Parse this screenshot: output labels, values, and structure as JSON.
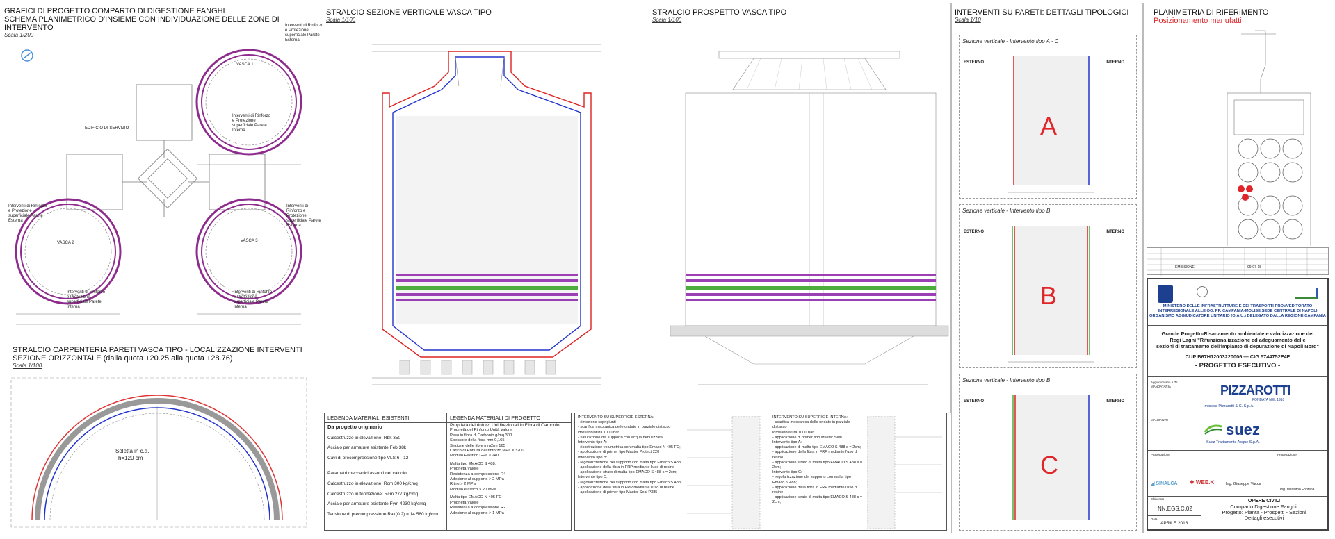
{
  "panel1": {
    "title1": "GRAFICI DI PROGETTO COMPARTO DI DIGESTIONE FANGHI",
    "title2": "SCHEMA PLANIMETRICO D'INSIEME CON INDIVIDUAZIONE DELLE ZONE DI INTERVENTO",
    "scale": "Scala 1/200",
    "vasca1": "VASCA 1",
    "vasca2": "VASCA 2",
    "vasca3": "VASCA 3",
    "edificio": "EDIFICIO DI SERVIZIO",
    "note_ext": "Interventi di Rinforzo e Protezione superficiale Parete Esterna",
    "note_int": "Interventi di Rinforzo e Protezione superficiale Parete Interna"
  },
  "panel1b": {
    "title1": "STRALCIO CARPENTERIA PARETI VASCA TIPO - LOCALIZZAZIONE INTERVENTI",
    "title2": "SEZIONE ORIZZONTALE (dalla quota +20.25 alla quota +28.76)",
    "scale": "Scala 1/100",
    "soletta": "Soletta in c.a.",
    "soletta_h": "h=120 cm"
  },
  "panel2": {
    "title": "STRALCIO SEZIONE VERTICALE VASCA TIPO",
    "scale": "Scala 1/100"
  },
  "panel3": {
    "title": "STRALCIO  PROSPETTO VASCA TIPO",
    "scale": "Scala 1/100"
  },
  "legend": {
    "existing_title": "LEGENDA MATERIALI ESISTENTI",
    "existing_sub": "Da progetto originario",
    "existing_rows": [
      "Calcestruzzo in elevazione: Rbk 350",
      "Acciaio per armature esistente Feb 38k",
      "Cavi di precompressione tipo VLS 6 - 12",
      "Parametri meccanici assunti nel calcolo",
      "Calcestruzzo in elevazione: Rcm 300 kg/cmq",
      "Calcestruzzo in fondazione: Rcm 277 kg/cmq",
      "Acciaio per armature esistente Fym 4230 kg/cmq",
      "Tensione di precompressione Rak(0.2) = 14.580 kg/cmq"
    ],
    "project_title": "LEGENDA MATERIALI DI PROGETTO",
    "project_sub": "Proprietà dei rinforzi Unidirezionali in Fibra di Carbonio",
    "project_rows": [
      "Proprietà del Rinforzo    Unità    Valore",
      "Peso in fibra di Carbonio    g/mq    300",
      "Spessore della fibra    mm    0,165",
      "Sezione delle fibre    mm2/m    165",
      "Carico di Rottura del rinforzo    MPa    ≥ 3200",
      "Modulo Elastico    GPa    ≥ 240",
      "Malta tipo EMACO S 488:",
      "Proprietà    Valore",
      "Resistenza a compressione    R4",
      "Adesione al supporto    > 2 MPa",
      "Ritiro    > 2 MPa",
      "Modulo elastico    > 20 MPa",
      "Malta tipo EMACO N 405 FC",
      "Proprietà    Valore",
      "Resistenza a compressione    R2",
      "Adesione al supporto    > 1 MPa"
    ],
    "ext_title": "INTERVENTO SU SUPERFICIE ESTERNA:",
    "int_title": "INTERVENTO SU SUPERFICIE INTERNA:",
    "ext_rows": [
      "- rimozione coprigiunti",
      "- scarifica meccanica delle ondate in parziale distacco",
      "  idrosabbiatura 1000 bar",
      "- saturazione del supporto con acqua nebulizzata;",
      "Intervento tipo A:",
      "- ricostruzione volumetrica con malta tipo Emaco N 405 FC;",
      "- applicazione di primer tipo Master Protect 220",
      "Intervento tipo B:",
      "- regolarizzazione del supporto con malta tipo Emaco S 488;",
      "- applicazione della fibra in FRP mediante l'uso di resine",
      "- applicazione strato di malta tipo EMACO S 488 s = 2cm;",
      "Intervento tipo C:",
      "- regolarizzazione del supporto con malta tipo Emaco S 488;",
      "- applicazione della fibra in FRP mediante l'uso di resine",
      "- applicazione di primer tipo Master Seal P385"
    ],
    "int_rows": [
      "- scarifica meccanica delle ondate in parziale distacco",
      "  idrosabbiatura 1000 bar",
      "- applicazione di primer tipo Master Seal",
      "Intervento tipo A:",
      "- applicazione di malta tipo EMACO S 488 s = 2cm;",
      "- applicazione della fibra in FRP mediante l'uso di resine",
      "- applicazione strato di malta tipo EMACO S 488 s = 2cm;",
      "Intervento tipo C:",
      "- regolarizzazione del supporto con malta tipo Emaco S 488;",
      "- applicazione della fibra in FRP mediante l'uso di resine",
      "- applicazione strato di malta tipo EMACO S 488 s = 2cm;"
    ]
  },
  "panel4": {
    "title": "INTERVENTI SU PARETI:  DETTAGLI TIPOLOGICI",
    "scale": "Scala 1/10",
    "esterno": "ESTERNO",
    "interno": "INTERNO",
    "sections": [
      {
        "title": "Sezione verticale - Intervento tipo A - C",
        "letter": "A"
      },
      {
        "title": "Sezione verticale - Intervento tipo B",
        "letter": "B"
      },
      {
        "title": "Sezione verticale - Intervento tipo B",
        "letter": "C"
      }
    ]
  },
  "panel5": {
    "title": "PLANIMETRIA DI RIFERIMENTO",
    "subtitle": "Posizionamento manufatti",
    "ministry1": "MINISTERO DELLE INFRASTRUTTURE E DEI TRASPORTI PROVVEDITORATO",
    "ministry2": "INTERREGIONALE ALLE OO. PP. CAMPANIA-MOLISE SEDE CENTRALE DI NAPOLI",
    "ministry3": "ORGANISMO AGGIUDICATORE UNITARIO (O.A.U.) DELEGATO DALLA REGIONE CAMPANIA",
    "project1": "Grande Progetto-Risanamento ambientale e valorizzazione dei",
    "project2": "Regi Lagni \"Rifunzionalizzazione ed adeguamento delle",
    "project3": "sezioni di trattamento dell'impianto di depurazione di Napoli Nord\"",
    "cup": "CUP B67H12003220006 — CIG 5744752F4E",
    "executive": "- PROGETTO ESECUTIVO -",
    "pizzarotti": "PIZZAROTTI",
    "pizzarotti_sub": "FONDATA NEL 1910",
    "impresa": "Impresa Pizzarotti & C. S.p.A.",
    "suez": "suez",
    "suez_sub": "Suez Trattamento Acque S.p.A.",
    "aggiudicataria": "Aggiudicataria A.T.I.",
    "mandataria": "MANDATARIA",
    "mandante": "MANDANTE",
    "progettazione": "Progettazione",
    "engineer1": "Ing. Giuseppe Vacca",
    "engineer2": "Ing. Massimo Fontana",
    "elaborato_label": "Elaborato",
    "elaborato": "NN.EGS.C.02",
    "data_label": "Data",
    "data": "APRILE 2018",
    "opere": "OPERE CIVILI",
    "desc1": "Comparto Digestione Fanghi:",
    "desc2": "Progetto: Pianta - Prospetti -  Sezioni",
    "desc3": "Dettagli esecutivi",
    "rev_emissione": "EMISSIONE",
    "rev_date": "09-07-18"
  }
}
